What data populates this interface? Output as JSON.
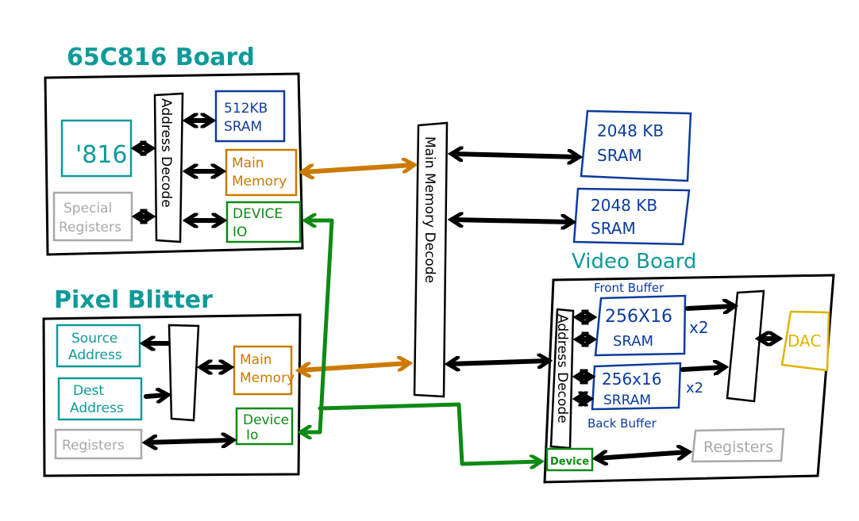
{
  "boards": {
    "cpu": {
      "title": "65C816 Board",
      "cpu_label": "'816",
      "sram_line1": "512KB",
      "sram_line2": "SRAM",
      "mainmem_line1": "Main",
      "mainmem_line2": "Memory",
      "deviceio_line1": "DEVICE",
      "deviceio_line2": "IO",
      "special_line1": "Special",
      "special_line2": "Registers",
      "decoder_label": "Address Decode"
    },
    "blitter": {
      "title": "Pixel Blitter",
      "source_line1": "Source",
      "source_line2": "Address",
      "dest_line1": "Dest",
      "dest_line2": "Address",
      "registers_label": "Registers",
      "mainmem_line1": "Main",
      "mainmem_line2": "Memory",
      "deviceio_line1": "Device",
      "deviceio_line2": "Io"
    },
    "video": {
      "title": "Video Board",
      "front_buffer_label": "Front Buffer",
      "back_buffer_label": "Back Buffer",
      "front_sram_line1": "256X16",
      "front_sram_line2": "SRAM",
      "back_sram_line1": "256x16",
      "back_sram_line2": "SRRAM",
      "front_mult": "x2",
      "back_mult": "x2",
      "dac_label": "DAC",
      "registers_label": "Registers",
      "device_label": "Device",
      "decoder_label": "Address Decode"
    }
  },
  "main_memory": {
    "decoder_label": "Main Memory Decode",
    "sram1_line1": "2048 KB",
    "sram1_line2": "SRAM",
    "sram2_line1": "2048 KB",
    "sram2_line2": "SRAM"
  },
  "colors": {
    "title": "#0f9a9a",
    "sram": "#0b3c9c",
    "main_memory": "#cc7a00",
    "device_io": "#0d8a14",
    "registers": "#a8a8a8",
    "dac": "#e0b400"
  }
}
